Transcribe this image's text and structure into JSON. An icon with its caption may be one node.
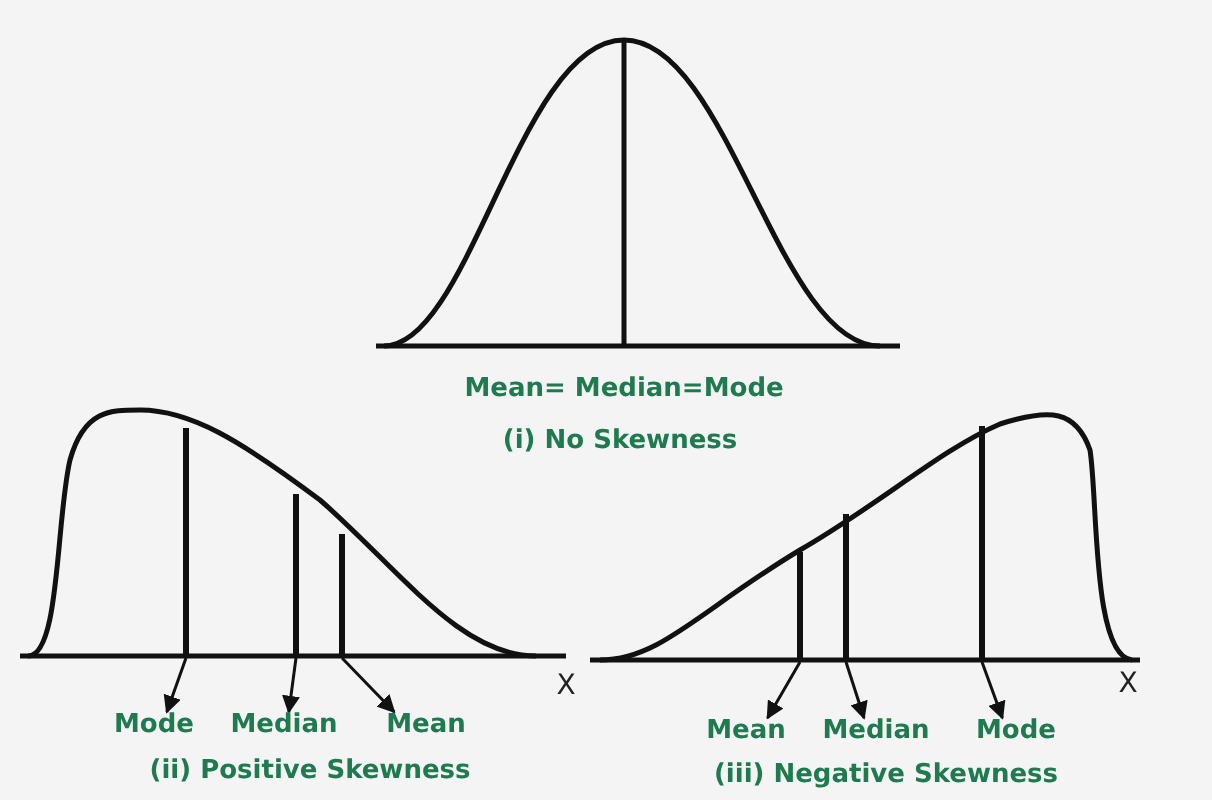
{
  "diagram": {
    "nodes": [
      {
        "text": [
          "Mode"
        ]
      },
      {
        "text": [
          "Median"
        ]
      },
      {
        "text": [
          "Mean"
        ]
      },
      {
        "text": [
          "Mean"
        ]
      },
      {
        "text": [
          "Median"
        ]
      },
      {
        "text": [
          "Mode"
        ]
      },
      {
        "text": [],
        "shape": "line"
      },
      {
        "text": [],
        "shape": "line"
      },
      {
        "text": [],
        "shape": "line"
      },
      {
        "text": [],
        "shape": "line"
      },
      {
        "text": [],
        "shape": "line"
      },
      {
        "text": [],
        "shape": "line"
      }
    ],
    "edges": [
      {
        "from": 6,
        "to": 0,
        "arrow": "to"
      },
      {
        "from": 7,
        "to": 1,
        "arrow": "to"
      },
      {
        "from": 8,
        "to": 2,
        "arrow": "to"
      },
      {
        "from": 9,
        "to": 3,
        "arrow": "to"
      },
      {
        "from": 10,
        "to": 4,
        "arrow": "to"
      },
      {
        "from": 11,
        "to": 5,
        "arrow": "to"
      }
    ],
    "labels": [
      "Mean= Median=Mode",
      "(i) No Skewness",
      "X",
      "(ii) Positive Skewness",
      "X",
      "(iii) Negative Skewness"
    ]
  }
}
